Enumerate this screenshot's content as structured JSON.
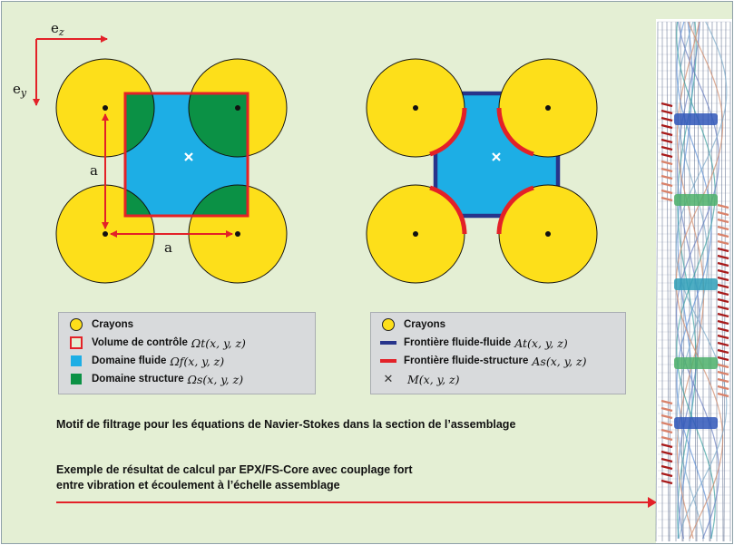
{
  "axes": {
    "horizontal": "e",
    "horizontal_sub": "z",
    "vertical": "e",
    "vertical_sub": "y"
  },
  "dimension_label": "a",
  "legend_left": [
    {
      "symbol": "circle-yellow",
      "label": "Crayons",
      "math": ""
    },
    {
      "symbol": "square-red-outline",
      "label": "Volume de contrôle",
      "math": "Ωt(x, y, z)"
    },
    {
      "symbol": "square-cyan",
      "label": "Domaine fluide",
      "math": "Ωf(x, y, z)"
    },
    {
      "symbol": "square-green",
      "label": "Domaine structure",
      "math": "Ωs(x, y, z)"
    }
  ],
  "legend_right": [
    {
      "symbol": "circle-yellow",
      "label": "Crayons",
      "math": ""
    },
    {
      "symbol": "line-blue",
      "label": "Frontière fluide-fluide",
      "math": "At(x, y, z)"
    },
    {
      "symbol": "line-red",
      "label": "Frontière fluide-structure",
      "math": "As(x, y, z)"
    },
    {
      "symbol": "cross",
      "label": "",
      "math": "M(x, y, z)"
    }
  ],
  "caption_1": "Motif de filtrage pour les équations de Navier-Stokes dans la section de l’assemblage",
  "caption_2_line1": "Exemple de résultat de calcul par EPX/FS-Core avec couplage fort",
  "caption_2_line2": "entre vibration et écoulement à l’échelle assemblage",
  "colors": {
    "background": "#e4efd4",
    "rod_yellow": "#fddf1a",
    "fluid_cyan": "#1daee5",
    "structure_green": "#0b9145",
    "red": "#e32128",
    "blue": "#27348b"
  }
}
